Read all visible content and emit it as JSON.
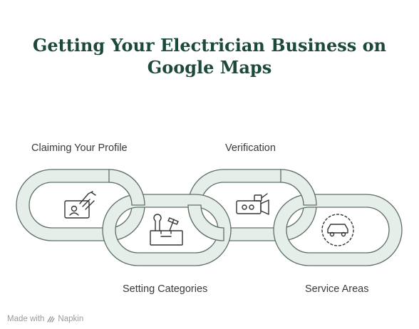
{
  "title": "Getting Your Electrician Business on Google Maps",
  "links": [
    {
      "label": "Claiming Your Profile",
      "icon": "id-card-hand-icon"
    },
    {
      "label": "Setting Categories",
      "icon": "toolbox-icon"
    },
    {
      "label": "Verification",
      "icon": "video-camera-icon"
    },
    {
      "label": "Service Areas",
      "icon": "car-radius-icon"
    }
  ],
  "footer": {
    "made_with": "Made with",
    "brand": "Napkin"
  },
  "colors": {
    "link_fill": "#e6eee9",
    "link_stroke": "#5f6f66",
    "title": "#1d4a38"
  }
}
